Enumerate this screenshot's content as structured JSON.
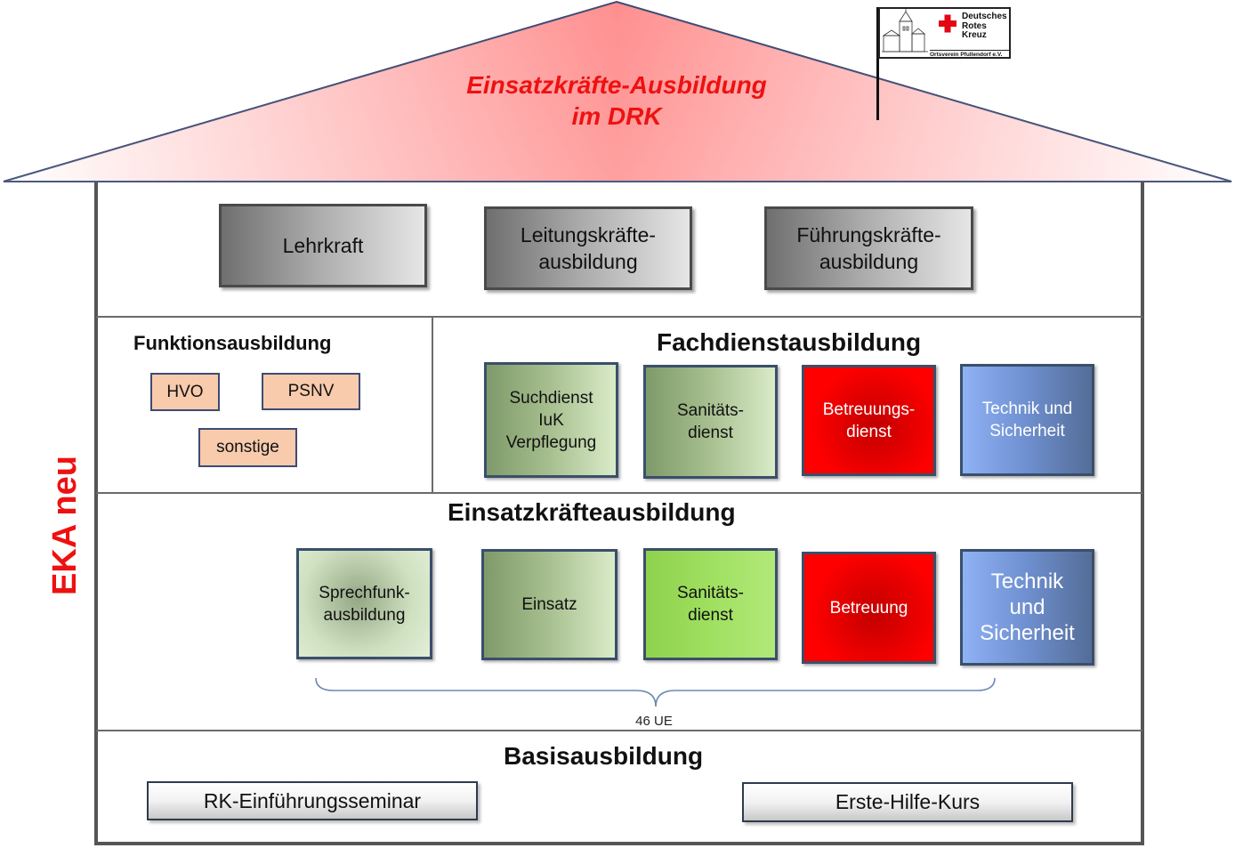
{
  "roof": {
    "title_line1": "Einsatzkräfte-Ausbildung",
    "title_line2": "im DRK"
  },
  "logo": {
    "line1": "Deutsches",
    "line2": "Rotes",
    "line3": "Kreuz",
    "subline": "Ortsverein Pfullendorf e.V."
  },
  "side_label": "EKA neu",
  "top_row": {
    "items": [
      "Lehrkraft",
      "Leitungskräfte-\nausbildung",
      "Führungskräfte-\nausbildung"
    ]
  },
  "funktion": {
    "title": "Funktionsausbildung",
    "items": [
      "HVO",
      "PSNV",
      "sonstige"
    ]
  },
  "fachdienst": {
    "title": "Fachdienstausbildung",
    "items": [
      "Suchdienst\nIuK\nVerpflegung",
      "Sanitäts-\ndienst",
      "Betreuungs-\ndienst",
      "Technik und\nSicherheit"
    ]
  },
  "einsatz": {
    "title": "Einsatzkräfteausbildung",
    "items": [
      "Sprechfunk-\nausbildung",
      "Einsatz",
      "Sanitäts-\ndienst",
      "Betreuung",
      "Technik\nund\nSicherheit"
    ],
    "ue_label": "46 UE"
  },
  "basis": {
    "title": "Basisausbildung",
    "items": [
      "RK-Einführungsseminar",
      "Erste-Hilfe-Kurs"
    ]
  },
  "colors": {
    "accent_red": "#ee1111",
    "roof_gradient_center": "#ff8f8f",
    "border_grey": "#555555"
  }
}
